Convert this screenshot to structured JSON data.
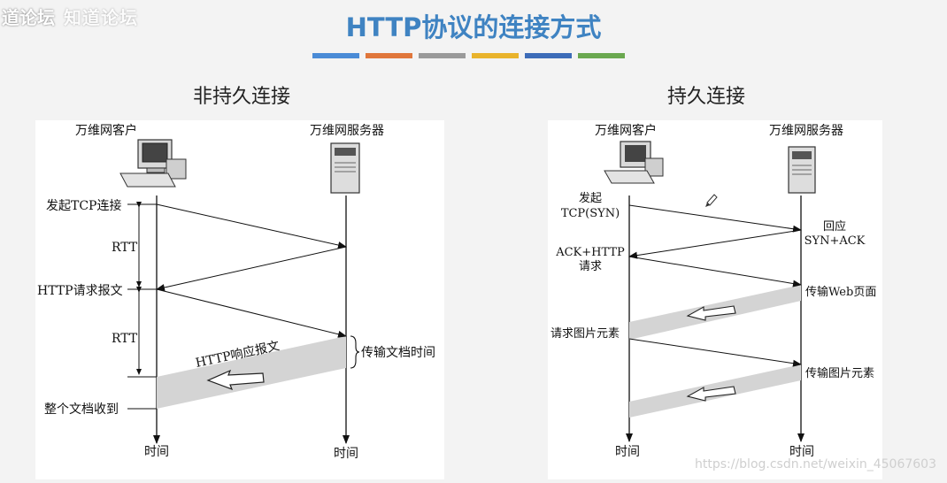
{
  "watermark": {
    "site": "道论坛",
    "logo_text": "知道论坛"
  },
  "title": "HTTP协议的连接方式",
  "color_strip": [
    "#4a8bd6",
    "#e0763b",
    "#9a9a9a",
    "#e9b32b",
    "#3d6cb8",
    "#6aa84f"
  ],
  "left": {
    "heading": "非持久连接",
    "client_label": "万维网客户",
    "server_label": "万维网服务器",
    "labels": {
      "start_tcp": "发起TCP连接",
      "rtt1": "RTT",
      "http_request": "HTTP请求报文",
      "rtt2": "RTT",
      "http_response": "HTTP响应报文",
      "transfer_time": "传输文档时间",
      "received": "整个文档收到",
      "time_client": "时间",
      "time_server": "时间"
    }
  },
  "right": {
    "heading": "持久连接",
    "client_label": "万维网客户",
    "server_label": "万维网服务器",
    "labels": {
      "start_line1": "发起",
      "start_line2": "TCP(SYN)",
      "reply_line1": "回应",
      "reply_line2": "SYN+ACK",
      "ack_line1": "ACK+HTTP",
      "ack_line2": "请求",
      "transfer_web": "传输Web页面",
      "request_image": "请求图片元素",
      "transfer_image": "传输图片元素",
      "time_client": "时间",
      "time_server": "时间"
    }
  },
  "footer_watermark": "https://blog.csdn.net/weixin_45067603"
}
